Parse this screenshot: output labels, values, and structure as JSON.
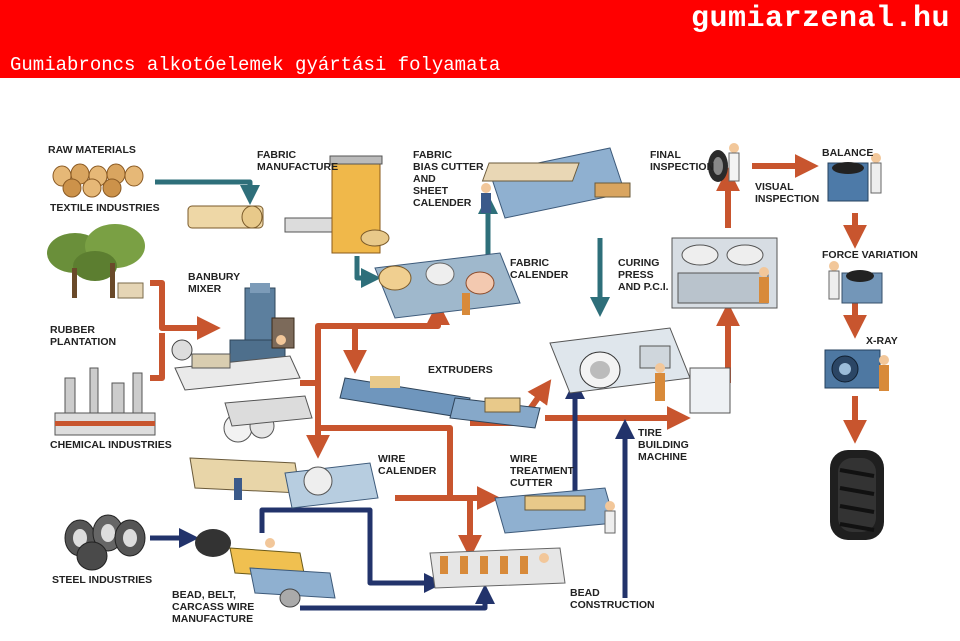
{
  "header": {
    "brand": "gumiarzenal.hu",
    "subtitle": "Gumiabroncs alkotóelemek gyártási folyamata"
  },
  "colors": {
    "banner": "#ff0000",
    "arrow_red": "#c8552e",
    "arrow_navy": "#22336b",
    "arrow_teal": "#2e6f7a",
    "machine_blue": "#6e93b8",
    "machine_tan": "#e8c98a"
  },
  "labels": {
    "raw_materials": [
      "RAW MATERIALS"
    ],
    "textile_industries": [
      "TEXTILE INDUSTRIES"
    ],
    "fabric_manufacture": [
      "FABRIC",
      "MANUFACTURE"
    ],
    "fabric_bias_cutter": [
      "FABRIC",
      "BIAS CUTTER",
      "AND",
      "SHEET",
      "CALENDER"
    ],
    "final_inspection": [
      "FINAL",
      "INSPECTION"
    ],
    "visual_inspection": [
      "VISUAL",
      "INSPECTION"
    ],
    "balance": [
      "BALANCE"
    ],
    "banbury_mixer": [
      "BANBURY",
      "MIXER"
    ],
    "fabric_calender": [
      "FABRIC",
      "CALENDER"
    ],
    "curing_press": [
      "CURING",
      "PRESS",
      "AND P.C.I."
    ],
    "force_variation": [
      "FORCE VARIATION"
    ],
    "rubber_plantation": [
      "RUBBER",
      "PLANTATION"
    ],
    "extruders": [
      "EXTRUDERS"
    ],
    "x_ray": [
      "X-RAY"
    ],
    "chemical_industries": [
      "CHEMICAL INDUSTRIES"
    ],
    "tire_building_machine": [
      "TIRE",
      "BUILDING",
      "MACHINE"
    ],
    "wire_calender": [
      "WIRE",
      "CALENDER"
    ],
    "wire_treatment_cutter": [
      "WIRE",
      "TREATMENT",
      "CUTTER"
    ],
    "steel_industries": [
      "STEEL INDUSTRIES"
    ],
    "bead_belt_carcass": [
      "BEAD, BELT,",
      "CARCASS WIRE",
      "MANUFACTURE"
    ],
    "bead_construction": [
      "BEAD",
      "CONSTRUCTION"
    ]
  }
}
